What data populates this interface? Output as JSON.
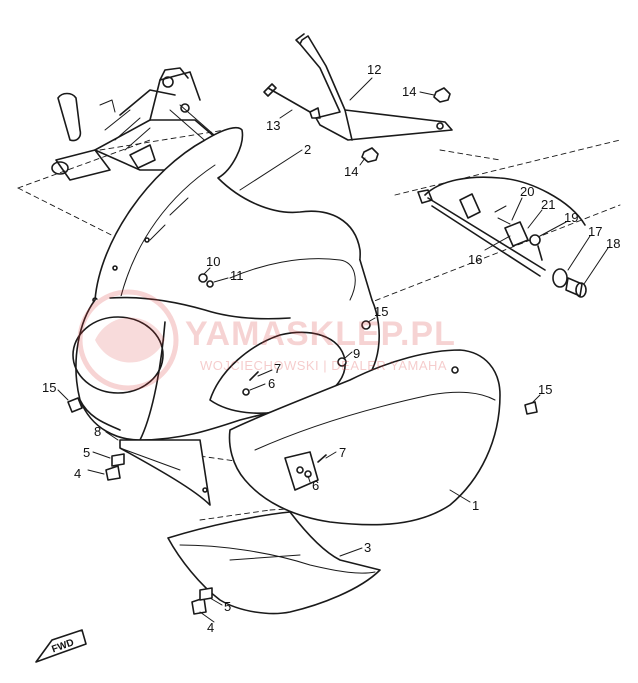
{
  "diagram": {
    "callouts": [
      {
        "id": "c1",
        "text": "1"
      },
      {
        "id": "c2",
        "text": "2"
      },
      {
        "id": "c3",
        "text": "3"
      },
      {
        "id": "c4a",
        "text": "4"
      },
      {
        "id": "c4b",
        "text": "4"
      },
      {
        "id": "c5a",
        "text": "5"
      },
      {
        "id": "c5b",
        "text": "5"
      },
      {
        "id": "c6a",
        "text": "6"
      },
      {
        "id": "c6b",
        "text": "6"
      },
      {
        "id": "c7a",
        "text": "7"
      },
      {
        "id": "c7b",
        "text": "7"
      },
      {
        "id": "c8",
        "text": "8"
      },
      {
        "id": "c9",
        "text": "9"
      },
      {
        "id": "c10",
        "text": "10"
      },
      {
        "id": "c11",
        "text": "11"
      },
      {
        "id": "c12",
        "text": "12"
      },
      {
        "id": "c13",
        "text": "13"
      },
      {
        "id": "c14a",
        "text": "14"
      },
      {
        "id": "c14b",
        "text": "14"
      },
      {
        "id": "c15a",
        "text": "15"
      },
      {
        "id": "c15b",
        "text": "15"
      },
      {
        "id": "c15c",
        "text": "15"
      },
      {
        "id": "c16",
        "text": "16"
      },
      {
        "id": "c17",
        "text": "17"
      },
      {
        "id": "c18",
        "text": "18"
      },
      {
        "id": "c19",
        "text": "19"
      },
      {
        "id": "c20",
        "text": "20"
      },
      {
        "id": "c21",
        "text": "21"
      }
    ],
    "direction_marker": "FWD"
  },
  "watermark": {
    "brand": "YAMASKLEP.PL",
    "subtitle": "WOJCIECHOWSKI | DEALER YAMAHA",
    "color": "#d93a3a"
  }
}
